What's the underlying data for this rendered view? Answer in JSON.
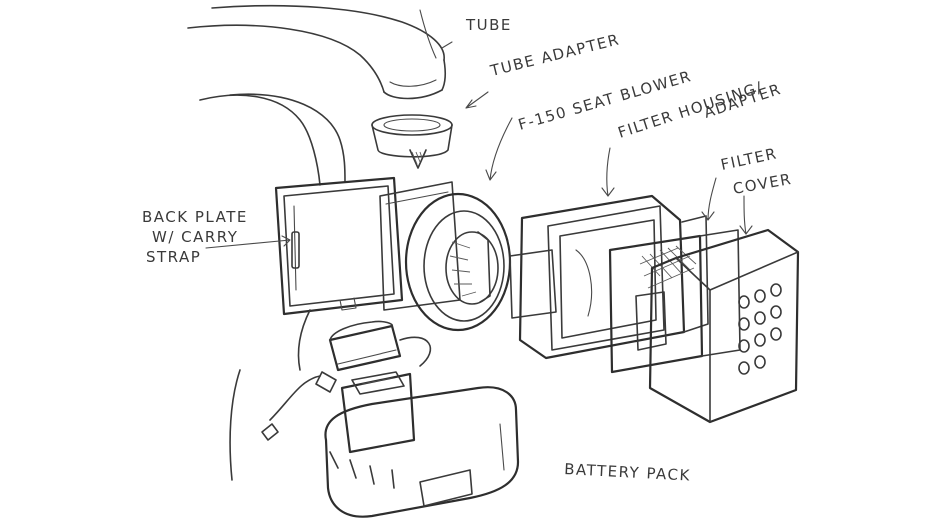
{
  "labels": {
    "tube": "TUBE",
    "tube_adapter": "TUBE ADAPTER",
    "seat_blower": "F-150 SEAT BLOWER",
    "filter_housing_line1": "FILTER HOUSING/",
    "filter_housing_line2": "ADAPTER",
    "filter": "FILTER",
    "cover": "COVER",
    "back_plate_line1": "BACK PLATE",
    "back_plate_line2": "W/ CARRY",
    "back_plate_line3": "STRAP",
    "battery_pack": "BATTERY PACK"
  },
  "colors": {
    "ink": "#3a3a3a",
    "paper": "#ffffff"
  }
}
